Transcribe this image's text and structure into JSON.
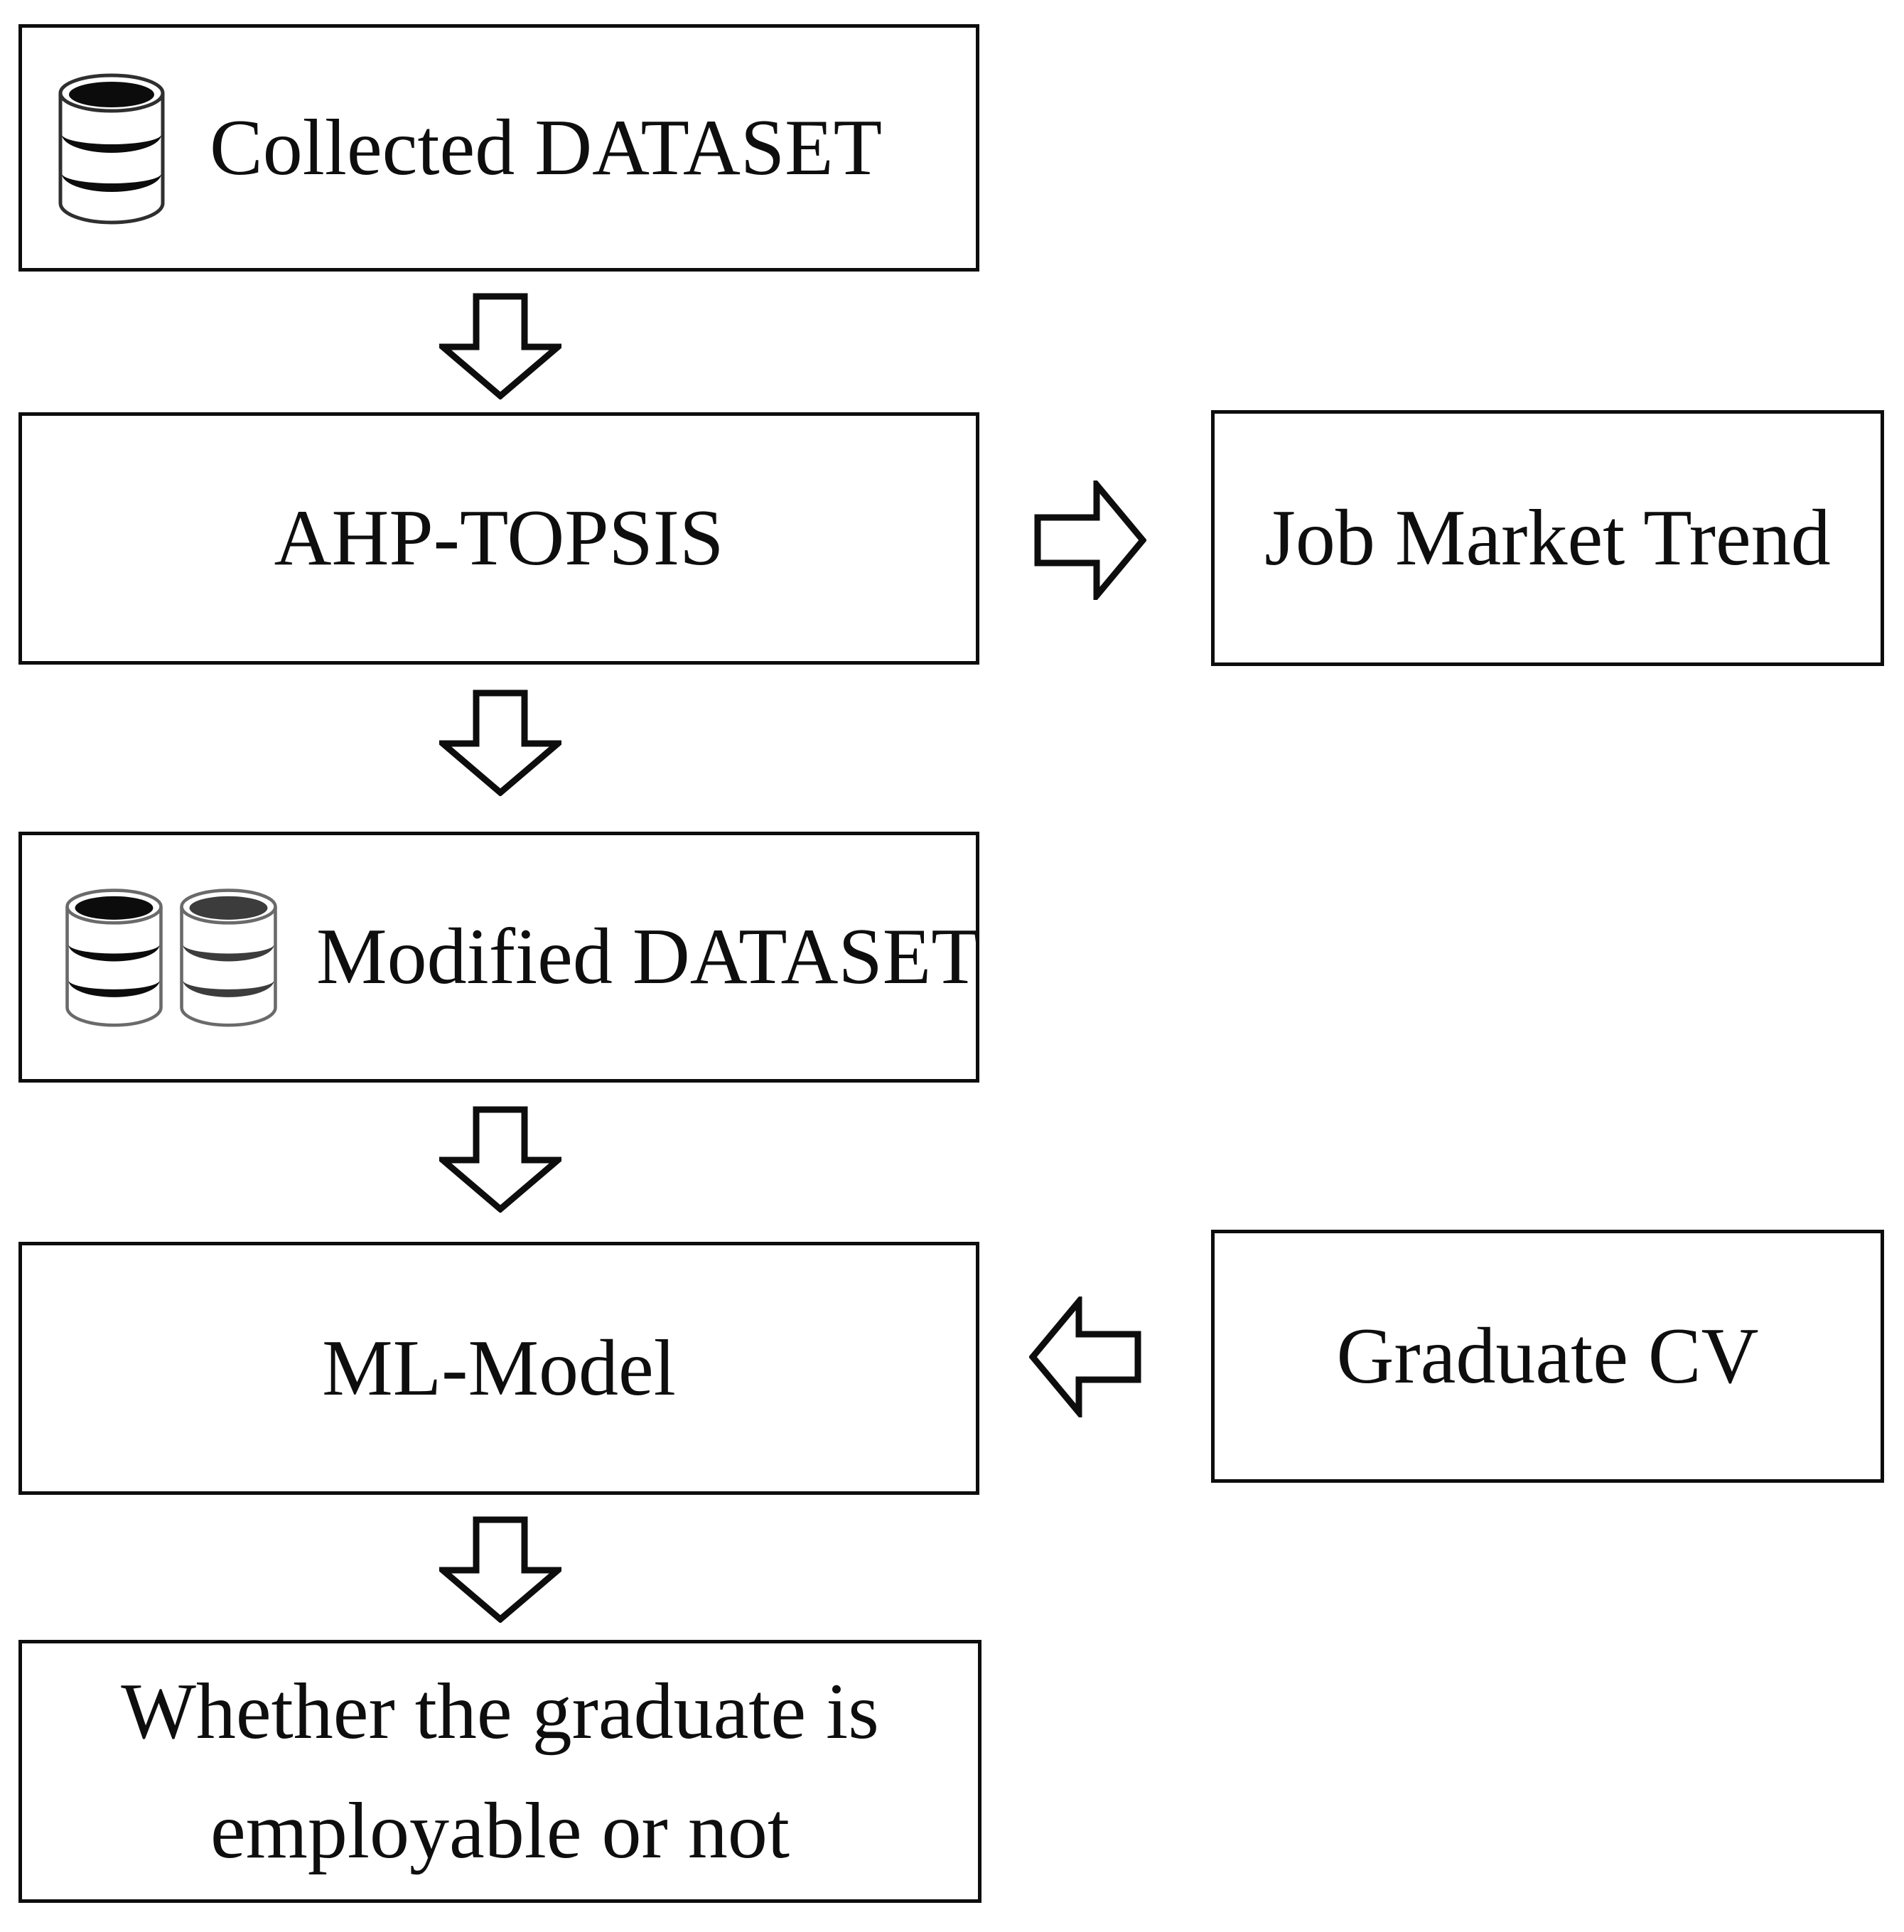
{
  "colors": {
    "background": "#ffffff",
    "box_border": "#0d0d0d",
    "text": "#0e0e0e",
    "database_dark": "#0c0c0c",
    "database_gray": "#3c3c3c"
  },
  "boxes": {
    "collected": {
      "label": "Collected DATASET",
      "icon": "database-icon"
    },
    "ahp": {
      "label": "AHP-TOPSIS"
    },
    "job_market": {
      "label": "Job Market Trend"
    },
    "modified": {
      "label": "Modified DATASET",
      "icons": [
        "database-icon-dark",
        "database-icon-gray"
      ]
    },
    "ml_model": {
      "label": "ML-Model"
    },
    "graduate_cv": {
      "label": "Graduate CV"
    },
    "result": {
      "line1": "Whether the graduate is",
      "line2": "employable or not"
    }
  },
  "connectors": [
    {
      "from": "collected",
      "to": "ahp",
      "direction": "down",
      "icon": "arrow-down-icon"
    },
    {
      "from": "ahp",
      "to": "job_market",
      "direction": "right",
      "icon": "arrow-right-icon"
    },
    {
      "from": "ahp",
      "to": "modified",
      "direction": "down",
      "icon": "arrow-down-icon"
    },
    {
      "from": "modified",
      "to": "ml_model",
      "direction": "down",
      "icon": "arrow-down-icon"
    },
    {
      "from": "graduate_cv",
      "to": "ml_model",
      "direction": "left",
      "icon": "arrow-left-icon"
    },
    {
      "from": "ml_model",
      "to": "result",
      "direction": "down",
      "icon": "arrow-down-icon"
    }
  ]
}
